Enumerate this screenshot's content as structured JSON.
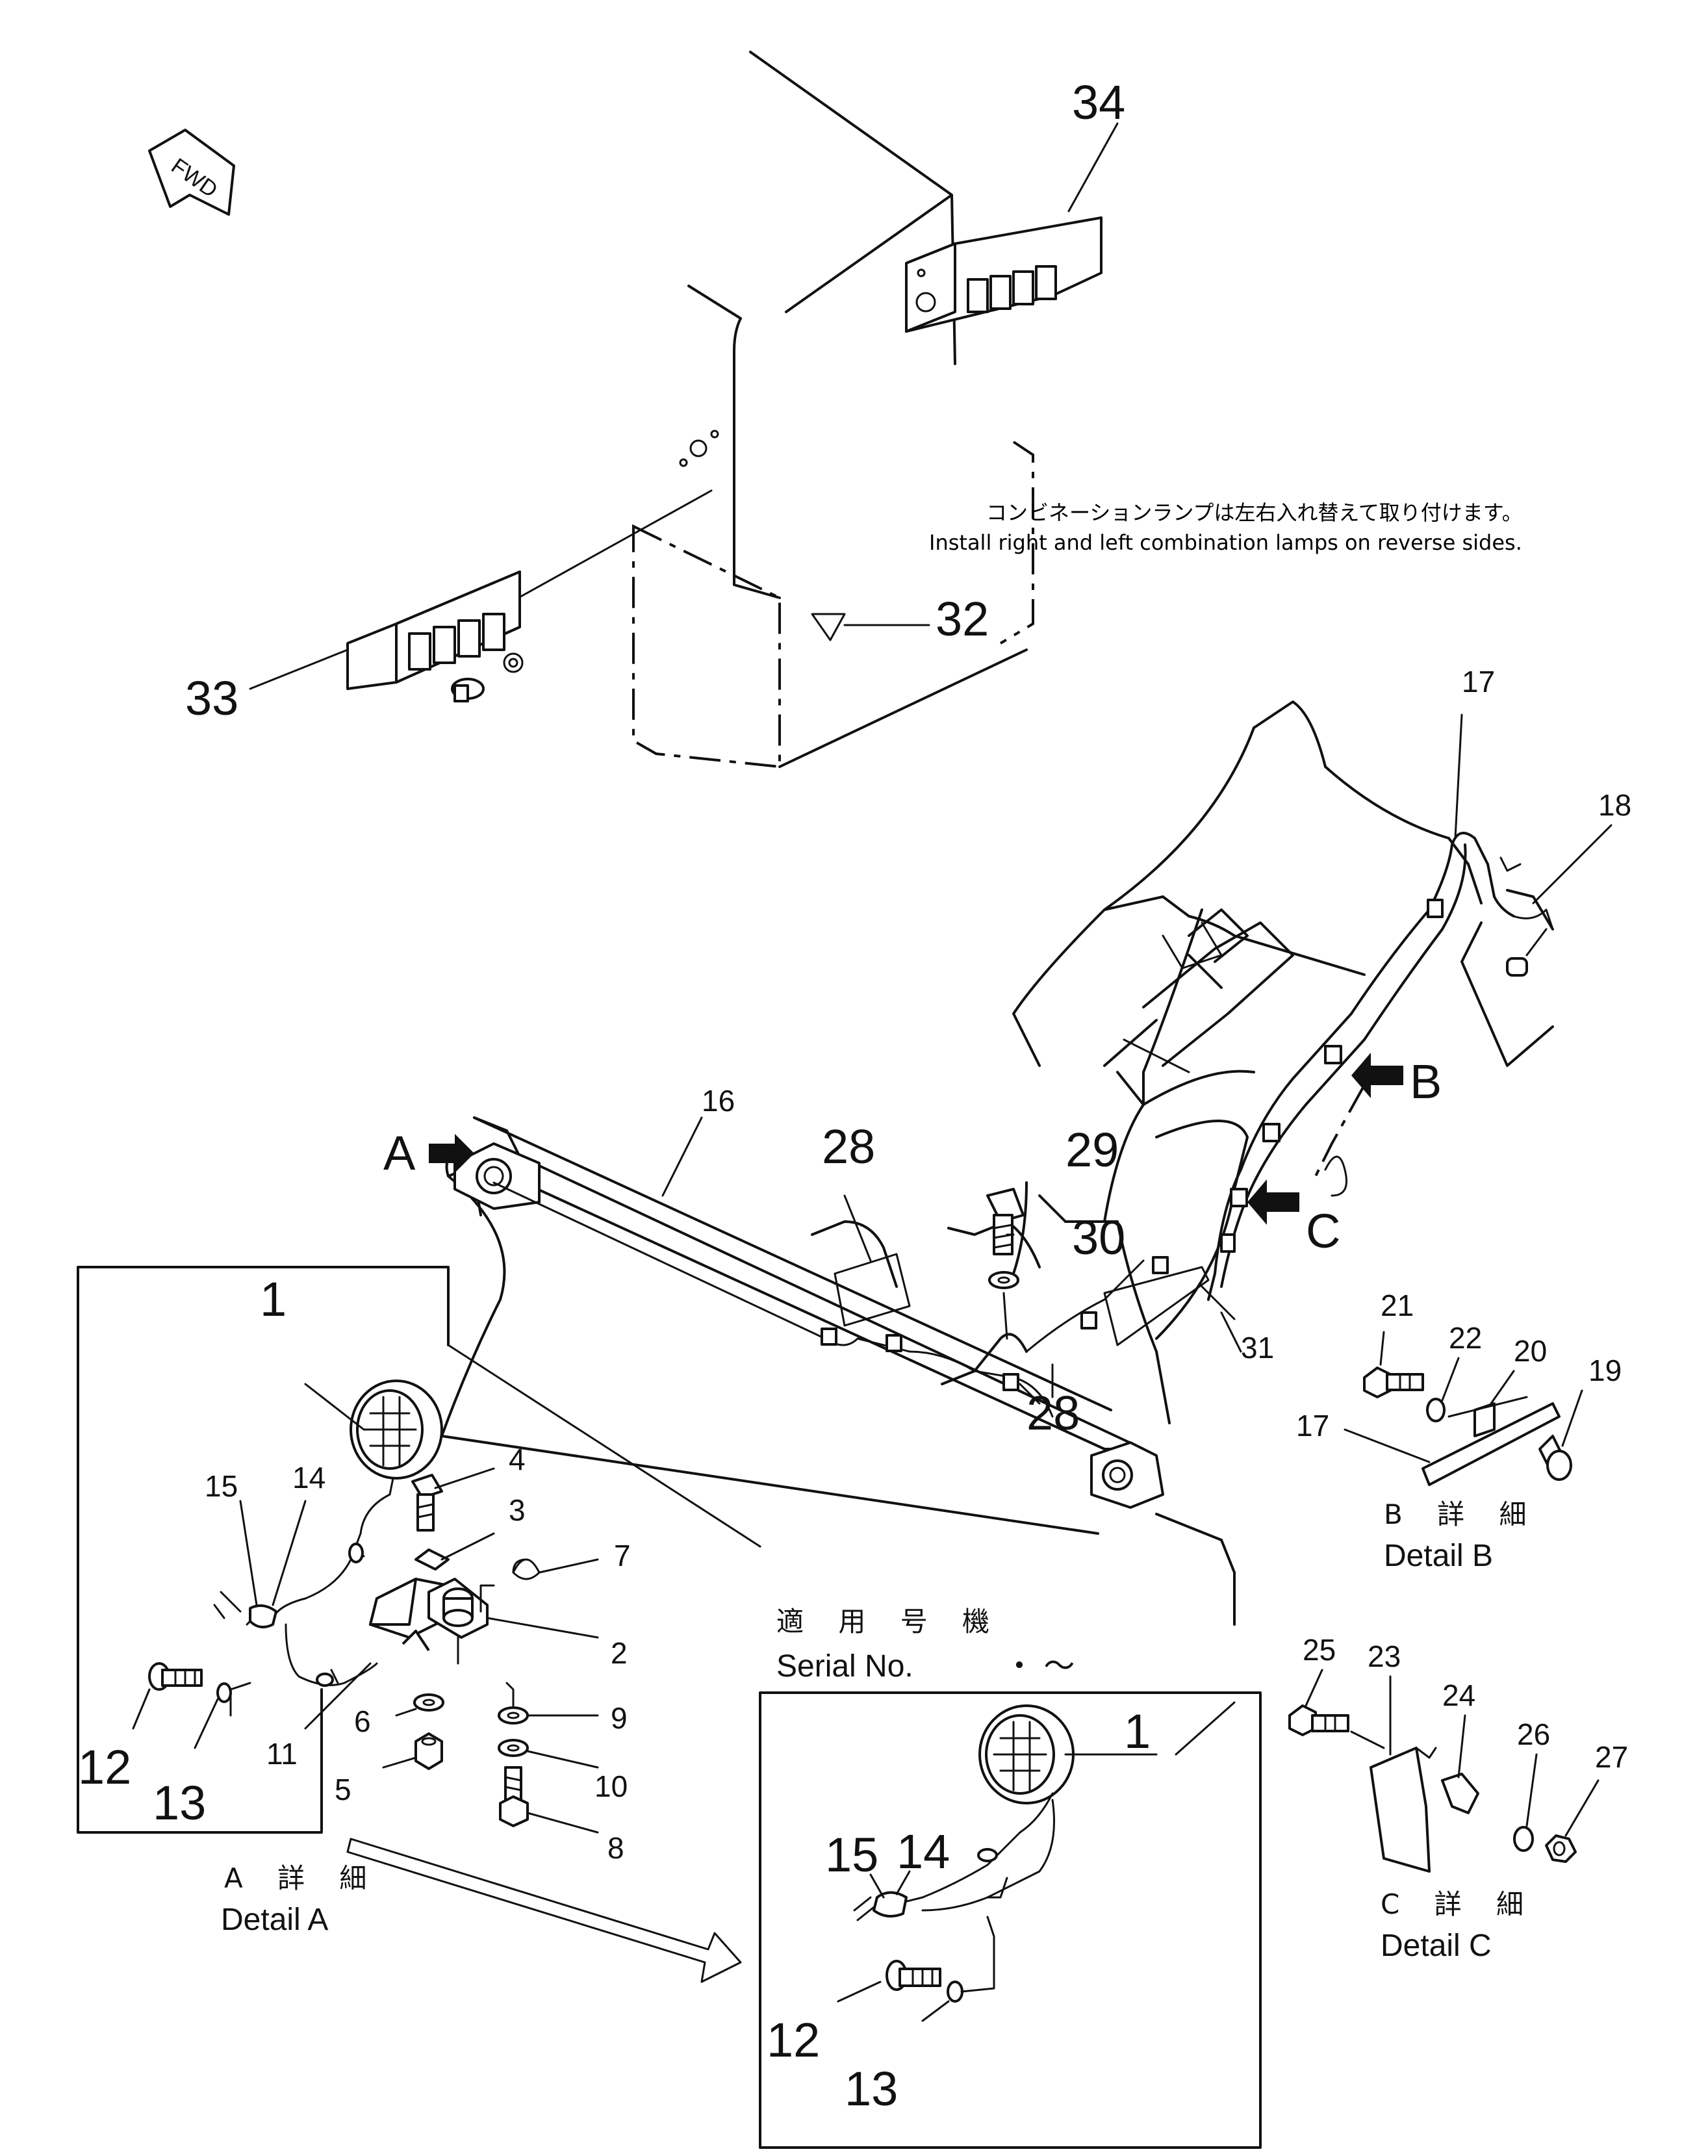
{
  "fwd_label": "FWD",
  "notes": {
    "jp": "コンビネーションランプは左右入れ替えて取り付けます。",
    "en": "Install right and left combination lamps on reverse sides."
  },
  "views": {
    "A": "A",
    "B": "B",
    "C": "C"
  },
  "parts": {
    "p1": "1",
    "p2": "2",
    "p3": "3",
    "p4": "4",
    "p5": "5",
    "p6": "6",
    "p7": "7",
    "p8": "8",
    "p9": "9",
    "p10": "10",
    "p11": "11",
    "p12": "12",
    "p13": "13",
    "p14": "14",
    "p15": "15",
    "p16": "16",
    "p17": "17",
    "p18": "18",
    "p19": "19",
    "p20": "20",
    "p21": "21",
    "p22": "22",
    "p23": "23",
    "p24": "24",
    "p25": "25",
    "p26": "26",
    "p27": "27",
    "p28": "28",
    "p29": "29",
    "p30": "30",
    "p31": "31",
    "p32": "32",
    "p33": "33",
    "p34": "34"
  },
  "details": {
    "A_jp": "A 詳 細",
    "A_en": "Detail A",
    "B_jp": "B 詳 細",
    "B_en": "Detail B",
    "C_jp": "C 詳 細",
    "C_en": "Detail C"
  },
  "serial": {
    "jp": "適 用 号 機",
    "en": "Serial No.",
    "range": "・  ～"
  }
}
